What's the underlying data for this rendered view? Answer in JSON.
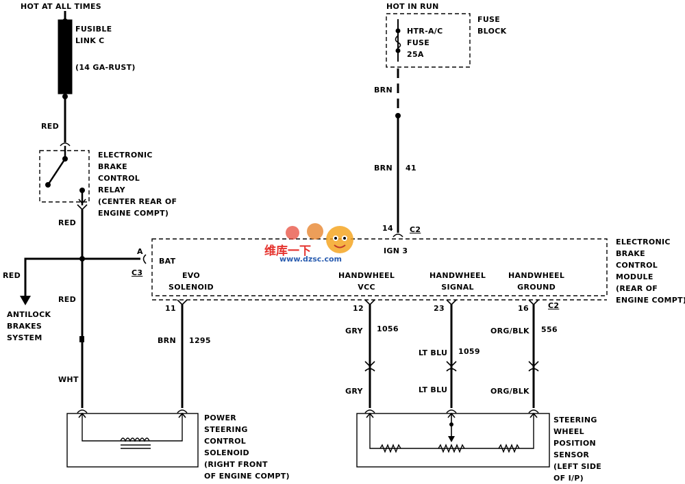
{
  "labels": {
    "hot_at_all_times": "HOT AT ALL TIMES",
    "fusible_link": "FUSIBLE\nLINK C",
    "wire_gauge": "(14 GA-RUST)",
    "hot_in_run": "HOT IN RUN",
    "htr_fuse": "HTR-A/C\nFUSE\n25A",
    "fuse_block": "FUSE\nBLOCK",
    "relay_name": "ELECTRONIC\nBRAKE\nCONTROL\nRELAY\n(CENTER REAR OF\nENGINE COMPT)",
    "module_name": "ELECTRONIC\nBRAKE\nCONTROL\nMODULE\n(REAR OF\nENGINE COMPT)",
    "pscs_name": "POWER\nSTEERING\nCONTROL\nSOLENOID\n(RIGHT FRONT\nOF ENGINE COMPT)",
    "swps_name": "STEERING\nWHEEL\nPOSITION\nSENSOR\n(LEFT SIDE\nOF I/P)",
    "antilock": "ANTILOCK\nBRAKES\nSYSTEM",
    "ign3": "IGN 3",
    "bat": "BAT",
    "pin_a": "A",
    "conn_c3": "C3",
    "conn_c2_top": "C2",
    "conn_c2_bottom": "C2",
    "evo_solenoid": "EVO\nSOLENOID",
    "hw_vcc": "HANDWHEEL\nVCC",
    "hw_signal": "HANDWHEEL\nSIGNAL",
    "hw_ground": "HANDWHEEL\nGROUND",
    "wm_text": "维库一下",
    "wm_url": "www.dzsc.com"
  },
  "wires": {
    "red_1": "RED",
    "red_2": "RED",
    "red_3": "RED",
    "red_4": "RED",
    "wht": "WHT",
    "brn_1": "BRN",
    "brn_2": "BRN",
    "circ_41": "41",
    "brn_3": "BRN",
    "circ_1295": "1295",
    "gry_1": "GRY",
    "circ_1056": "1056",
    "gry_2": "GRY",
    "ltblu_1": "LT BLU",
    "circ_1059": "1059",
    "ltblu_2": "LT BLU",
    "orgblk_1": "ORG/BLK",
    "circ_556": "556",
    "orgblk_2": "ORG/BLK"
  },
  "pins": {
    "p14": "14",
    "p11": "11",
    "p12": "12",
    "p23": "23",
    "p16": "16"
  }
}
